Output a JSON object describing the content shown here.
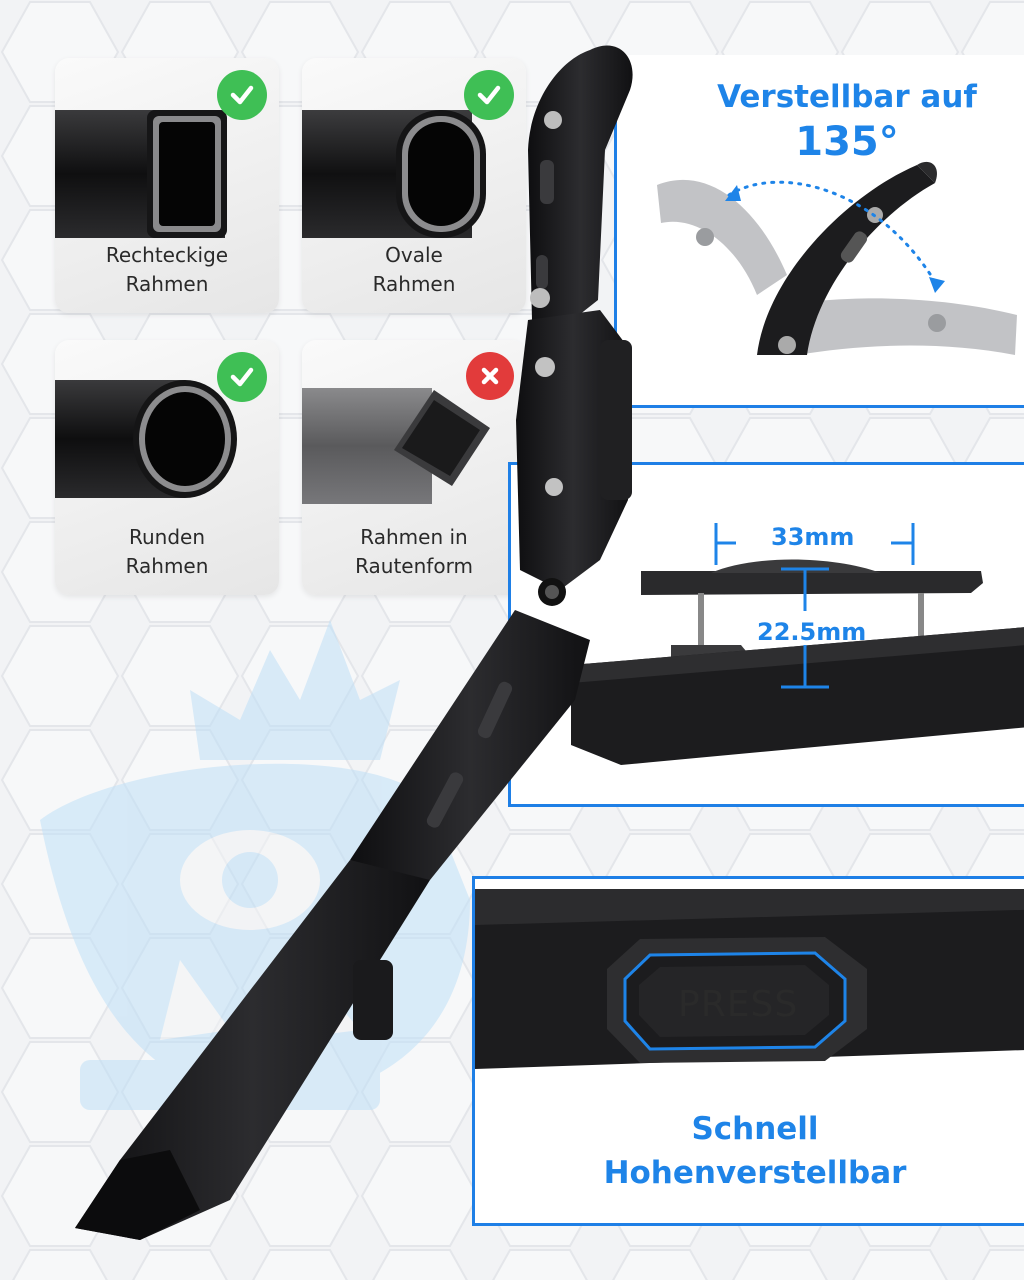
{
  "frames": [
    {
      "line1": "Rechteckige",
      "line2": "Rahmen",
      "status": "check-icon",
      "compatible": true
    },
    {
      "line1": "Ovale",
      "line2": "Rahmen",
      "status": "check-icon",
      "compatible": true
    },
    {
      "line1": "Runden",
      "line2": "Rahmen",
      "status": "check-icon",
      "compatible": true
    },
    {
      "line1": "Rahmen in",
      "line2": "Rautenform",
      "status": "cross-icon",
      "compatible": false
    }
  ],
  "adjust": {
    "line1": "Verstellbar auf",
    "line2": "135°"
  },
  "clamp": {
    "width": "33mm",
    "height": "22.5mm"
  },
  "quick": {
    "button": "PRESS",
    "line1": "Schnell",
    "line2": "Hohenverstellbar"
  },
  "colors": {
    "accent": "#1e84e8",
    "ok": "#3fbf55",
    "no": "#e23b3b",
    "metal": "#1c1c1e"
  }
}
